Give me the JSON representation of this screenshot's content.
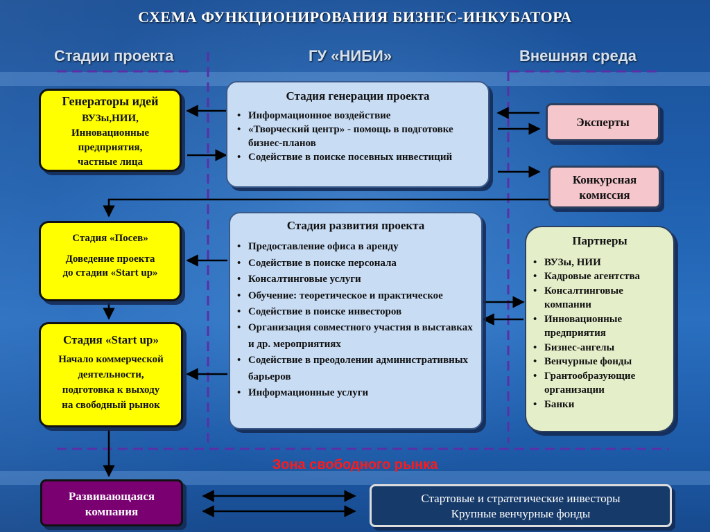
{
  "title": "СХЕМА ФУНКЦИОНИРОВАНИЯ БИЗНЕС-ИНКУБАТОРА",
  "columns": {
    "left": "Стадии проекта",
    "center": "ГУ «НИБИ»",
    "right": "Внешняя среда"
  },
  "generators": {
    "title": "Генераторы идей",
    "lines": [
      "ВУЗы,НИИ,",
      "Инновационные",
      "предприятия,",
      "частные лица"
    ]
  },
  "generation": {
    "title": "Стадия генерации проекта",
    "items": [
      "Информационное воздействие",
      "«Творческий центр» - помощь в подготовке бизнес-планов",
      "Содействие в поиске посевных инвестиций"
    ]
  },
  "experts": {
    "label": "Эксперты"
  },
  "commission": {
    "lines": [
      "Конкурсная",
      "комиссия"
    ]
  },
  "seed": {
    "title": "Стадия «Посев»",
    "lines": [
      "Доведение проекта",
      "до стадии «Start up»"
    ]
  },
  "development": {
    "title": "Стадия развития проекта",
    "items": [
      "Предоставление офиса в аренду",
      "Содействие в поиске персонала",
      "Консалтинговые услуги",
      "Обучение: теоретическое и практическое",
      "Содействие в поиске инвесторов",
      "Организация совместного участия в выставках и др. мероприятиях",
      "Содействие в преодолении административных барьеров",
      "Информационные услуги"
    ]
  },
  "partners": {
    "title": "Партнеры",
    "items": [
      "ВУЗы, НИИ",
      "Кадровые агентства",
      "Консалтинговые компании",
      "Инновационные предприятия",
      "Бизнес-ангелы",
      "Венчурные фонды",
      "Грантообразующие организации",
      "Банки"
    ]
  },
  "startup": {
    "title": "Стадия «Start up»",
    "lines": [
      "Начало коммерческой",
      "деятельности,",
      "подготовка к выходу",
      "на свободный рынок"
    ]
  },
  "zone": "Зона свободного рынка",
  "company": {
    "lines": [
      "Развивающаяся",
      "компания"
    ]
  },
  "investors": {
    "lines": [
      "Стартовые  и стратегические инвесторы",
      "Крупные венчурные фонды"
    ]
  }
}
